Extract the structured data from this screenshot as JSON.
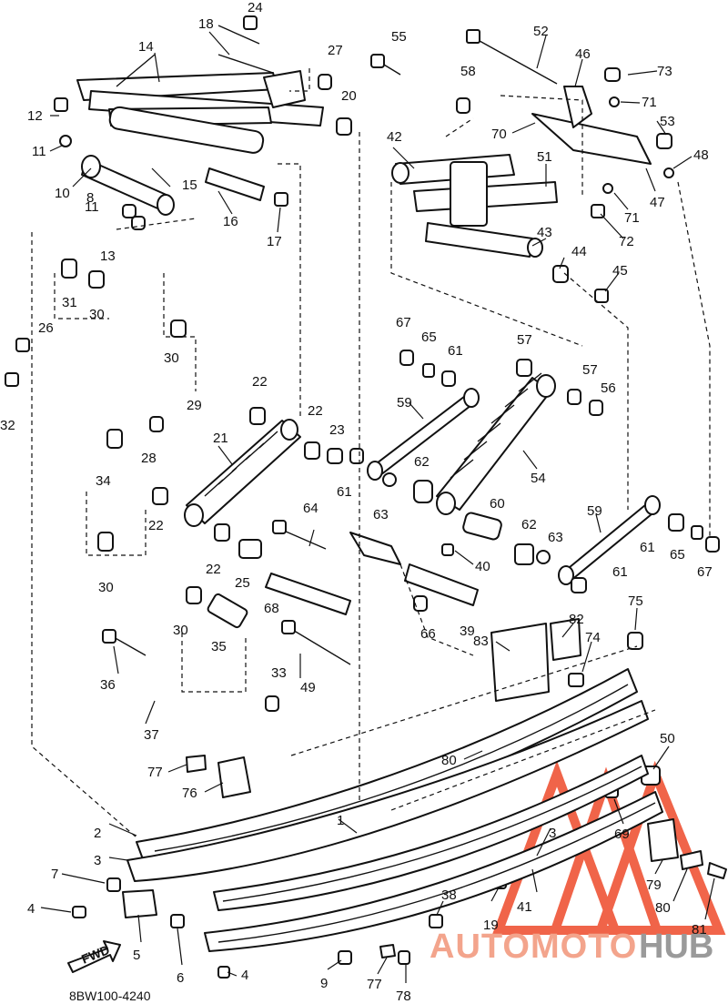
{
  "diagram": {
    "code": "8BW100-4240",
    "direction_label": "FWD",
    "watermark": {
      "brand_part1": "AUTOMOTO",
      "brand_part2": "HUB",
      "logo_color": "#e8391a",
      "text_color": "#f0a083",
      "accent_gray": "#9a9a9a"
    },
    "callouts": [
      {
        "label": "1"
      },
      {
        "label": "2"
      },
      {
        "label": "3"
      },
      {
        "label": "3"
      },
      {
        "label": "4"
      },
      {
        "label": "4"
      },
      {
        "label": "5"
      },
      {
        "label": "6"
      },
      {
        "label": "7"
      },
      {
        "label": "8"
      },
      {
        "label": "9"
      },
      {
        "label": "10"
      },
      {
        "label": "11"
      },
      {
        "label": "11"
      },
      {
        "label": "12"
      },
      {
        "label": "13"
      },
      {
        "label": "14"
      },
      {
        "label": "15"
      },
      {
        "label": "16"
      },
      {
        "label": "17"
      },
      {
        "label": "18"
      },
      {
        "label": "19"
      },
      {
        "label": "20"
      },
      {
        "label": "21"
      },
      {
        "label": "22"
      },
      {
        "label": "22"
      },
      {
        "label": "22"
      },
      {
        "label": "22"
      },
      {
        "label": "23"
      },
      {
        "label": "24"
      },
      {
        "label": "25"
      },
      {
        "label": "26"
      },
      {
        "label": "27"
      },
      {
        "label": "28"
      },
      {
        "label": "29"
      },
      {
        "label": "30"
      },
      {
        "label": "30"
      },
      {
        "label": "30"
      },
      {
        "label": "30"
      },
      {
        "label": "31"
      },
      {
        "label": "32"
      },
      {
        "label": "33"
      },
      {
        "label": "34"
      },
      {
        "label": "35"
      },
      {
        "label": "36"
      },
      {
        "label": "37"
      },
      {
        "label": "38"
      },
      {
        "label": "39"
      },
      {
        "label": "40"
      },
      {
        "label": "41"
      },
      {
        "label": "42"
      },
      {
        "label": "43"
      },
      {
        "label": "44"
      },
      {
        "label": "45"
      },
      {
        "label": "46"
      },
      {
        "label": "47"
      },
      {
        "label": "48"
      },
      {
        "label": "49"
      },
      {
        "label": "50"
      },
      {
        "label": "51"
      },
      {
        "label": "52"
      },
      {
        "label": "53"
      },
      {
        "label": "54"
      },
      {
        "label": "55"
      },
      {
        "label": "56"
      },
      {
        "label": "57"
      },
      {
        "label": "57"
      },
      {
        "label": "58"
      },
      {
        "label": "59"
      },
      {
        "label": "59"
      },
      {
        "label": "60"
      },
      {
        "label": "61"
      },
      {
        "label": "61"
      },
      {
        "label": "61"
      },
      {
        "label": "61"
      },
      {
        "label": "62"
      },
      {
        "label": "62"
      },
      {
        "label": "63"
      },
      {
        "label": "63"
      },
      {
        "label": "64"
      },
      {
        "label": "65"
      },
      {
        "label": "65"
      },
      {
        "label": "66"
      },
      {
        "label": "67"
      },
      {
        "label": "67"
      },
      {
        "label": "68"
      },
      {
        "label": "69"
      },
      {
        "label": "70"
      },
      {
        "label": "71"
      },
      {
        "label": "71"
      },
      {
        "label": "72"
      },
      {
        "label": "73"
      },
      {
        "label": "74"
      },
      {
        "label": "75"
      },
      {
        "label": "76"
      },
      {
        "label": "77"
      },
      {
        "label": "77"
      },
      {
        "label": "78"
      },
      {
        "label": "79"
      },
      {
        "label": "80"
      },
      {
        "label": "80"
      },
      {
        "label": "81"
      },
      {
        "label": "82"
      },
      {
        "label": "83"
      }
    ]
  }
}
